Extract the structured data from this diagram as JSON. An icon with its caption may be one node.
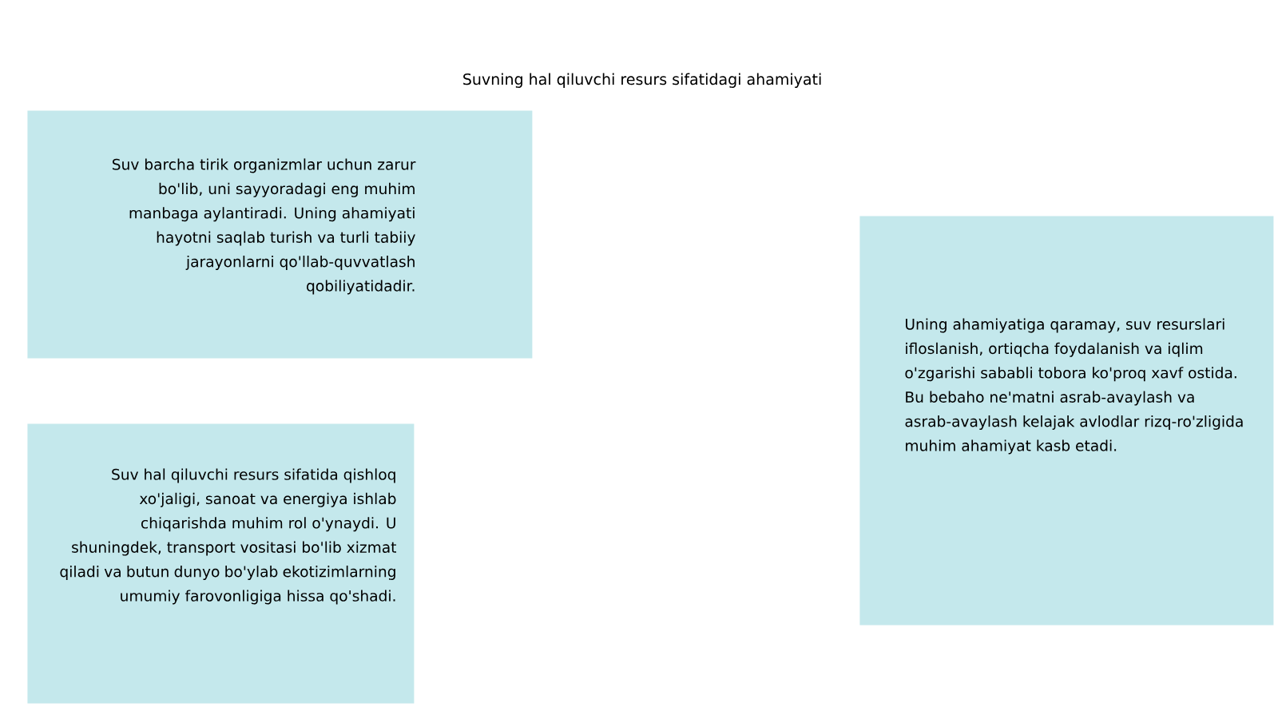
{
  "diagram": {
    "title": "Suvning hal qiluvchi resurs sifatidagi ahamiyati",
    "nodes": [
      {
        "text": [
          "Suv barcha tirik organizmlar uchun zarur bo'lib, uni sayyoradagi eng muhim manbaga aylantiradi. Uning ahamiyati hayotni saqlab turish va turli tabiiy jarayonlarni qo'llab-quvvatlash qobiliyatidadir."
        ]
      },
      {
        "text": [
          "Suv hal qiluvchi resurs sifatida qishloq xo'jaligi, sanoat va energiya ishlab chiqarishda muhim rol o'ynaydi. U shuningdek, transport vositasi bo'lib xizmat qiladi va butun dunyo bo'ylab ekotizimlarning umumiy farovonligiga hissa qo'shadi."
        ]
      },
      {
        "text": [
          "Uning ahamiyatiga qaramay, suv resurslari ifloslanish, ortiqcha foydalanish va iqlim o'zgarishi sababli tobora ko'proq xavf ostida. Bu bebaho ne'matni asrab-avaylash va asrab-avaylash kelajak avlodlar rizq-ro'zligida muhim ahamiyat kasb etadi."
        ]
      }
    ]
  }
}
